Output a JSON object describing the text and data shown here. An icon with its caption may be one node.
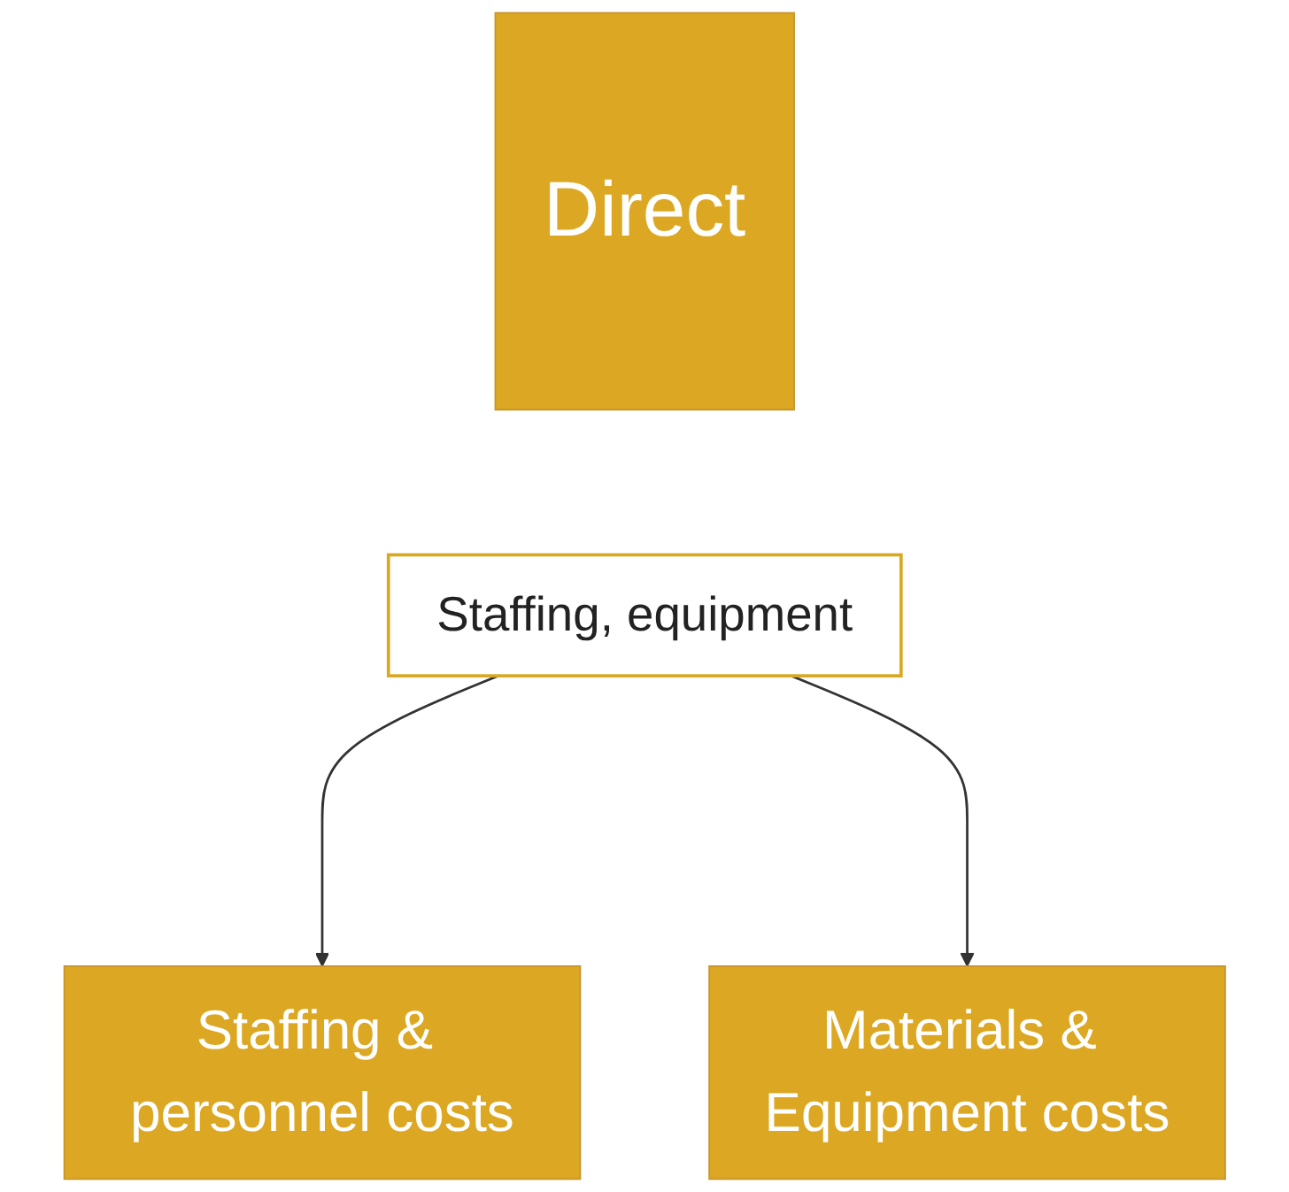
{
  "diagram": {
    "nodes": [
      {
        "text": [
          "Direct"
        ]
      },
      {
        "text": [
          "Staffing, equipment"
        ]
      },
      {
        "text": [
          "Staffing & personnel costs"
        ]
      },
      {
        "text": [
          "Materials & Equipment costs"
        ]
      }
    ],
    "edges": [
      {
        "from": 1,
        "to": 2,
        "arrow": "to"
      },
      {
        "from": 1,
        "to": 3,
        "arrow": "to"
      }
    ]
  }
}
